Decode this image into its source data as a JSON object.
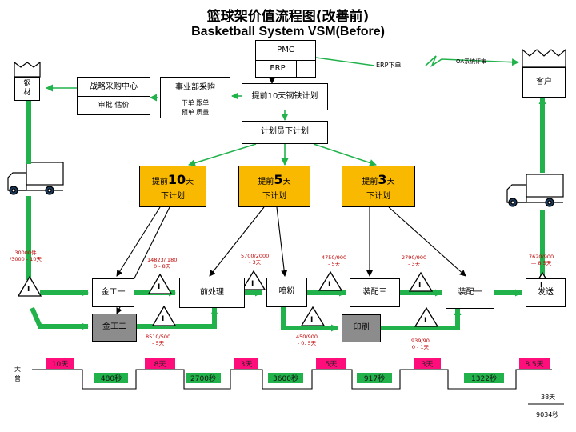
{
  "title_cn": "篮球架价值流程图(改善前)",
  "title_en": "Basketball System VSM(Before)",
  "pmc": "PMC",
  "erp": "ERP",
  "erp_note": "ERP下单",
  "oa_note": "OA系统评审",
  "supplier": "钢材",
  "customer": "客户",
  "strategic_purchase": {
    "top": "战略采购中心",
    "bottom": "审批 估价"
  },
  "division_purchase": {
    "top": "事业部采购",
    "bottom_line1": "下单  跟单",
    "bottom_line2": "预单  质量"
  },
  "advance_plan": "提前10天钢铁计划",
  "planner": "计划员下计划",
  "yellow_boxes": [
    {
      "pre": "提前",
      "num": "10",
      "post": "天",
      "line2": "下计划"
    },
    {
      "pre": "提前",
      "num": "5",
      "post": "天",
      "line2": "下计划"
    },
    {
      "pre": "提前",
      "num": "3",
      "post": "天",
      "line2": "下计划"
    }
  ],
  "processes": {
    "metal1": "金工一",
    "metal2": "金工二",
    "pretreat": "前处理",
    "spray": "喷粉",
    "print": "印刷",
    "assembly3": "装配三",
    "assembly1": "装配一",
    "ship": "发送"
  },
  "inventory_symbol": "I",
  "inventory_notes": {
    "raw": [
      "30000件",
      "/3000 - 10天"
    ],
    "m1": [
      "14823/ 180",
      "0 - 8天"
    ],
    "m2": [
      "8510/500",
      "- 5天"
    ],
    "pre": [
      "5700/2000",
      "- 3天"
    ],
    "spray": [
      "4750/900",
      "- 5天"
    ],
    "sprayd": [
      "450/900",
      "- 0. 5天"
    ],
    "asm3": [
      "2790/900",
      "- 3天"
    ],
    "print": [
      "939/90",
      "0 - 1天"
    ],
    "ship": [
      "7620/900",
      "— 8.5天"
    ]
  },
  "timeline_label": [
    "大",
    "曾"
  ],
  "lead_times": [
    "10天",
    "8天",
    "3天",
    "5天",
    "3天",
    "8.5天"
  ],
  "process_times": [
    "480秒",
    "2700秒",
    "3600秒",
    "917秒",
    "1322秒"
  ],
  "total_days": "38天",
  "total_seconds": "9034秒",
  "colors": {
    "green": "#22b24c",
    "yellow": "#f9b900",
    "pink": "#ff0d7a",
    "gray": "#8c8c8c"
  }
}
